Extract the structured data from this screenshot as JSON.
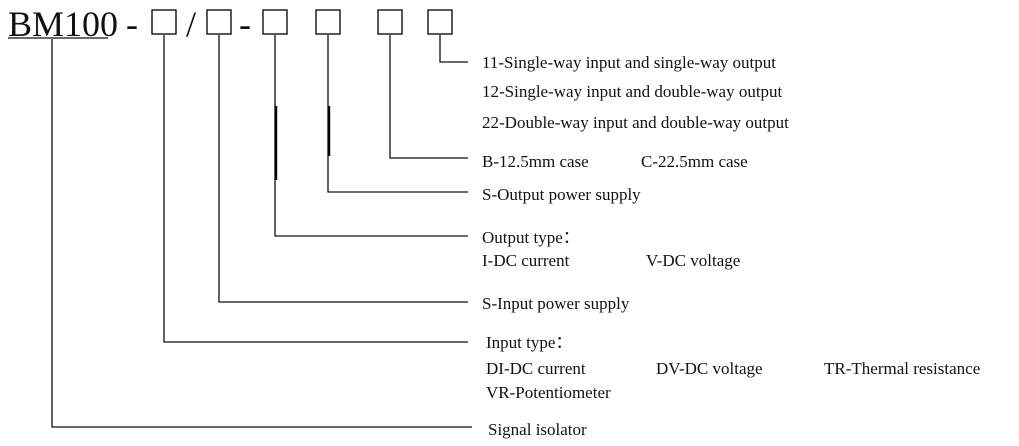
{
  "model": {
    "prefix": "BM100",
    "sep1": "-",
    "sep2": "/",
    "sep3": "-"
  },
  "labels": {
    "output_mode_11": "11-Single-way input and single-way output",
    "output_mode_12": "12-Single-way input and double-way output",
    "output_mode_22": "22-Double-way input and double-way output",
    "case_b": "B-12.5mm case",
    "case_c": "C-22.5mm case",
    "output_power": "S-Output power supply",
    "output_type_heading": "Output type：",
    "output_type_i": "I-DC current",
    "output_type_v": "V-DC voltage",
    "input_power": "S-Input power supply",
    "input_type_heading": "Input type：",
    "input_type_di": "DI-DC current",
    "input_type_dv": "DV-DC voltage",
    "input_type_tr": "TR-Thermal resistance",
    "input_type_vr": "VR-Potentiometer",
    "signal_isolator": "Signal isolator"
  }
}
